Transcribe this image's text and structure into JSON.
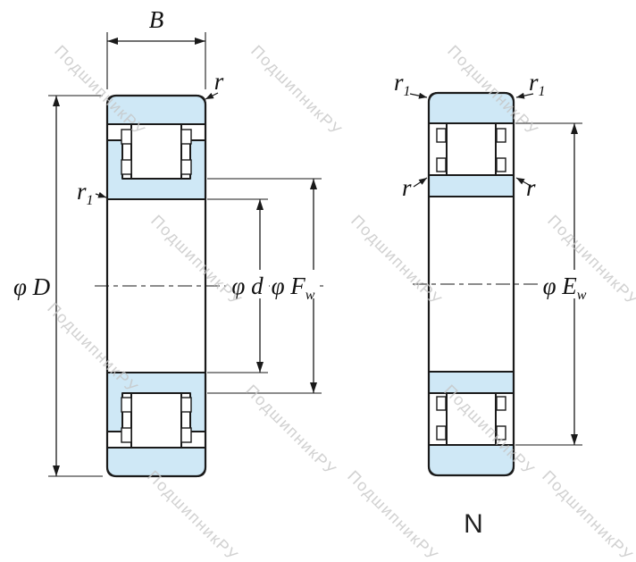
{
  "watermark": {
    "text": "ПодшипникРУ"
  },
  "colors": {
    "ring-fill": "#cfe8f6",
    "line": "#1a1a1a",
    "label": "#111111",
    "watermark": "#c6c6c6"
  },
  "left_view": {
    "dims": {
      "B": "B",
      "r": "r",
      "r1_base": "r",
      "r1_sub": "1",
      "phi_D": "φ D",
      "phi_d": "φ d",
      "phi_F": "φ F",
      "F_sub": "w"
    }
  },
  "right_view": {
    "dims": {
      "r1_left_base": "r",
      "r1_left_sub": "1",
      "r1_right_base": "r",
      "r1_right_sub": "1",
      "r_left": "r",
      "r_right": "r",
      "phi_E": "φ E",
      "E_sub": "w"
    },
    "type_designation": "N"
  }
}
